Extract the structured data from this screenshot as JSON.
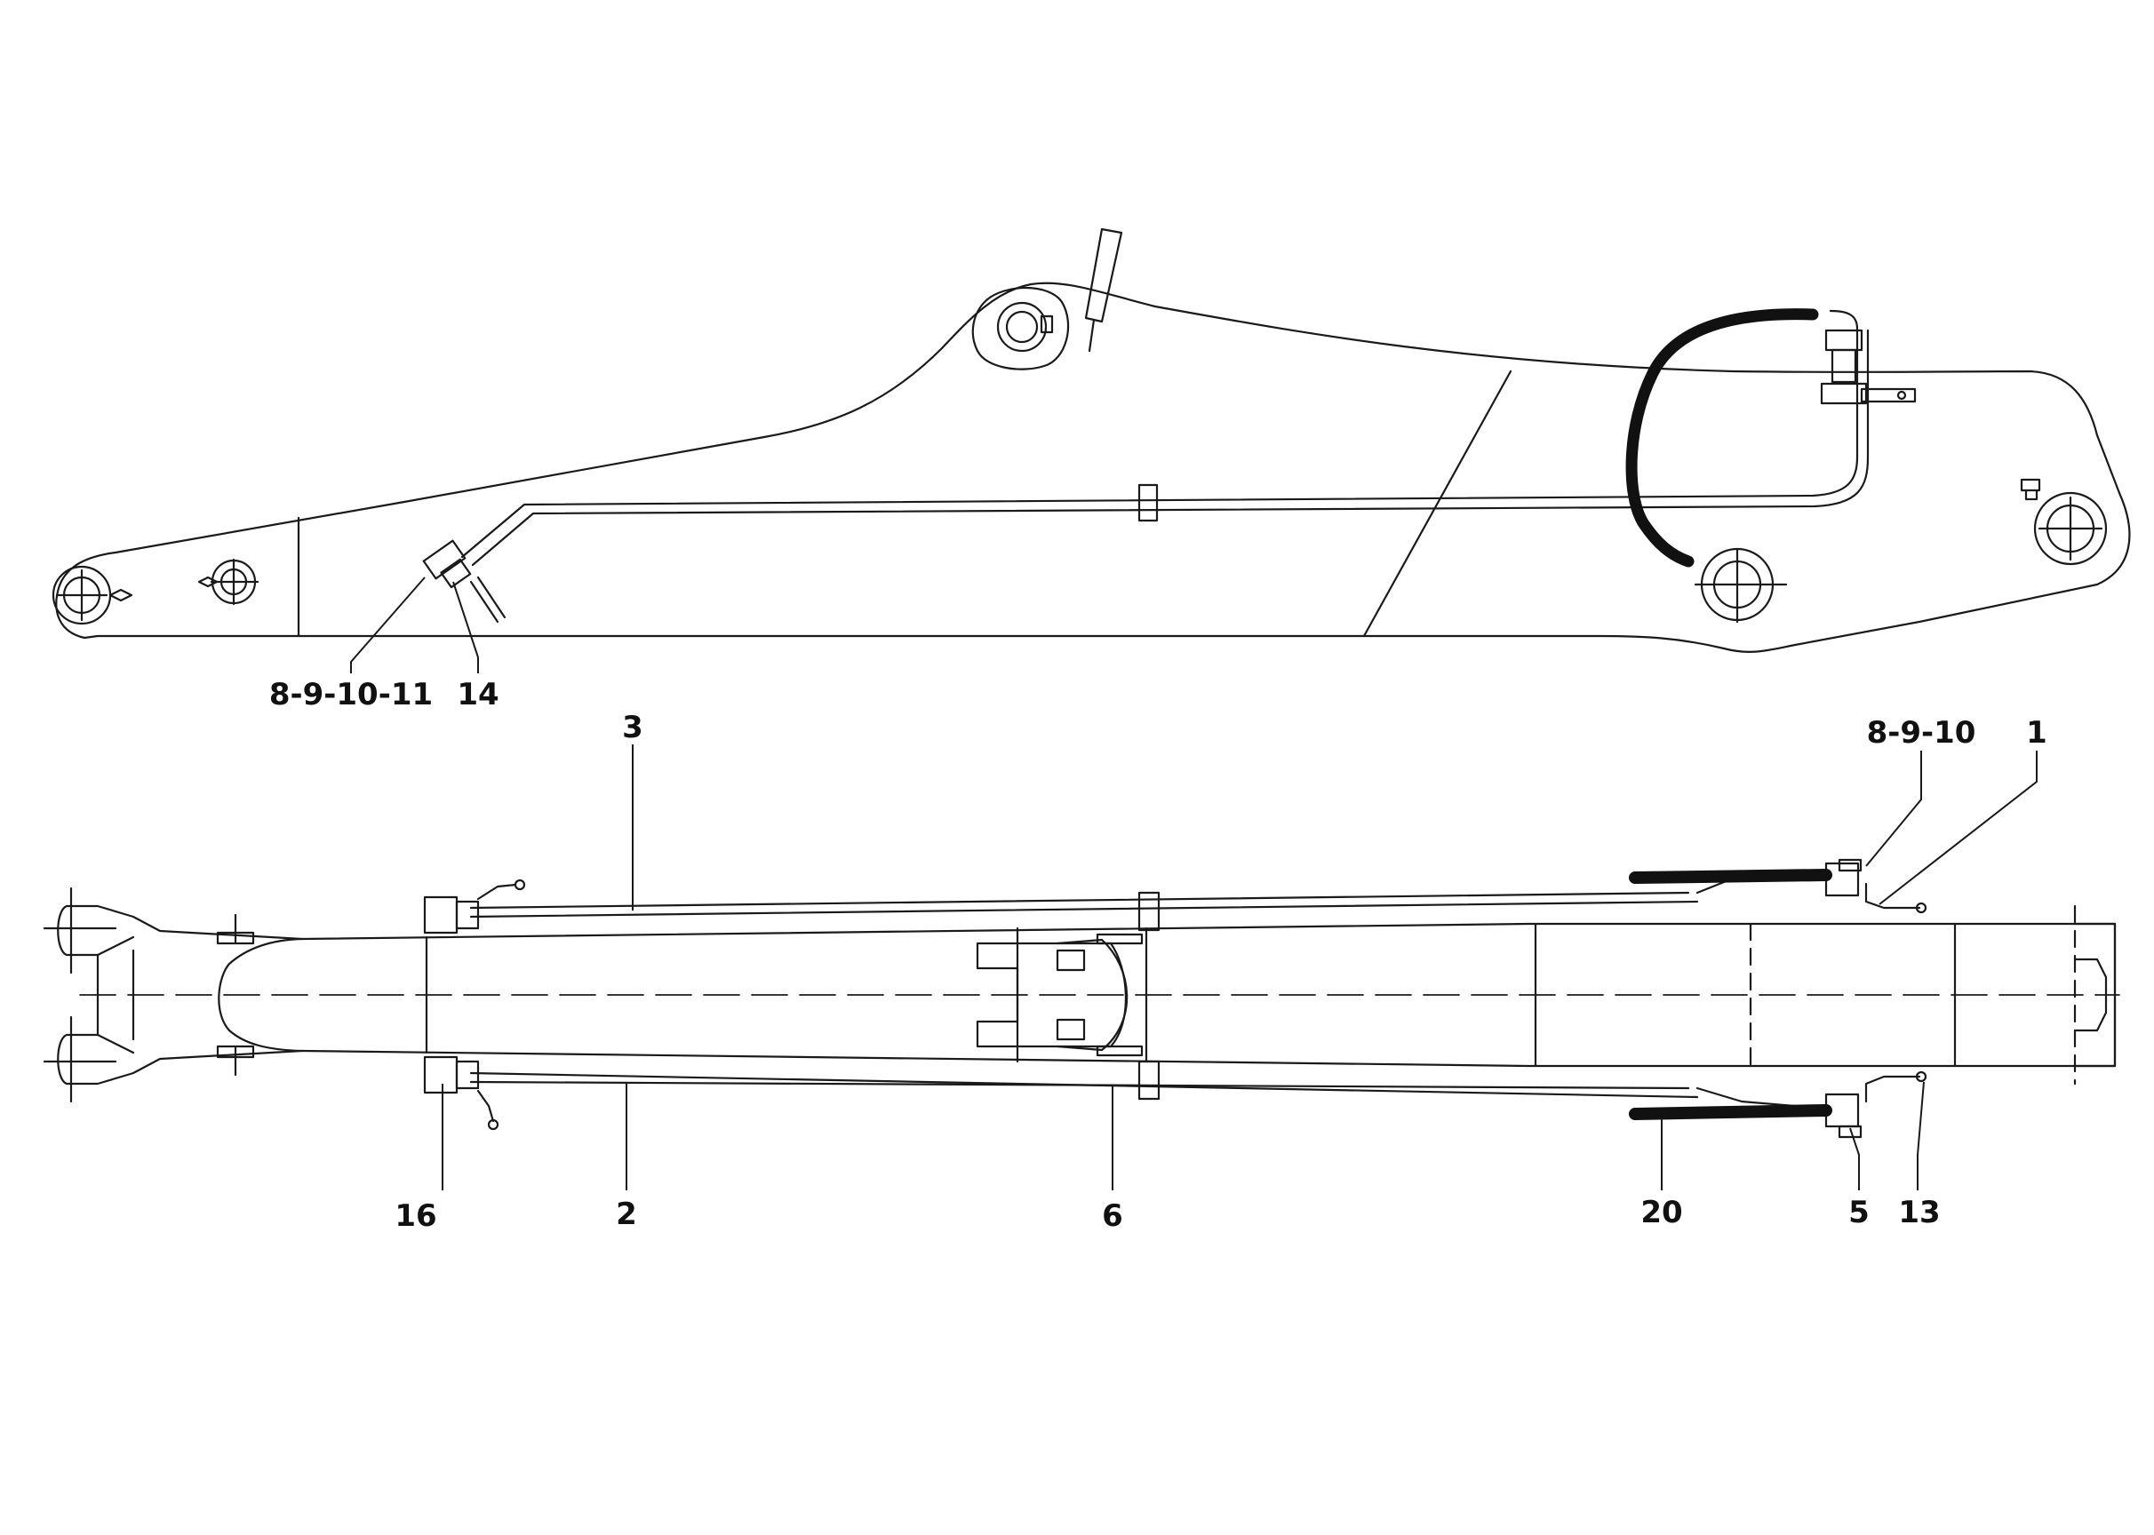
{
  "callouts": {
    "side_view": {
      "label_8_9_10_11": "8-9-10-11",
      "label_14": "14"
    },
    "top_view": {
      "label_3": "3",
      "label_8_9_10": "8-9-10",
      "label_1": "1",
      "label_16": "16",
      "label_2": "2",
      "label_6": "6",
      "label_20": "20",
      "label_5": "5",
      "label_13": "13"
    }
  },
  "colors": {
    "line": "#1a1a1a",
    "hose": "#111111",
    "background": "#ffffff"
  }
}
